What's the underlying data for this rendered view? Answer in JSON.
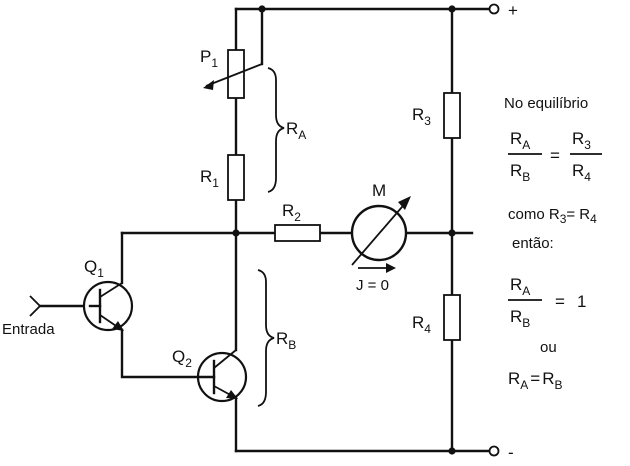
{
  "terminals": {
    "positive": "+",
    "negative": "-"
  },
  "components": {
    "P1": {
      "main": "P",
      "sub": "1"
    },
    "R1": {
      "main": "R",
      "sub": "1"
    },
    "R2": {
      "main": "R",
      "sub": "2"
    },
    "R3": {
      "main": "R",
      "sub": "3"
    },
    "R4": {
      "main": "R",
      "sub": "4"
    },
    "RA": {
      "main": "R",
      "sub": "A"
    },
    "RB": {
      "main": "R",
      "sub": "B"
    },
    "Q1": {
      "main": "Q",
      "sub": "1"
    },
    "Q2": {
      "main": "Q",
      "sub": "2"
    },
    "meter": "M",
    "current": "J = 0",
    "input": "Entrada"
  },
  "side_text": {
    "heading": "No equilíbrio",
    "eq1": {
      "num_left": "R",
      "num_left_sub": "A",
      "den_left": "R",
      "den_left_sub": "B",
      "equals": "=",
      "num_right": "R",
      "num_right_sub": "3",
      "den_right": "R",
      "den_right_sub": "4"
    },
    "como": {
      "prefix": "como R",
      "sub1": "3",
      "mid": "= R",
      "sub2": "4"
    },
    "entao": "então:",
    "eq2": {
      "num": "R",
      "num_sub": "A",
      "den": "R",
      "den_sub": "B",
      "equals": "=",
      "value": "1"
    },
    "ou": "ou",
    "eq3": {
      "left": "R",
      "left_sub": "A",
      "equals": "=",
      "right": "R",
      "right_sub": "B"
    }
  }
}
